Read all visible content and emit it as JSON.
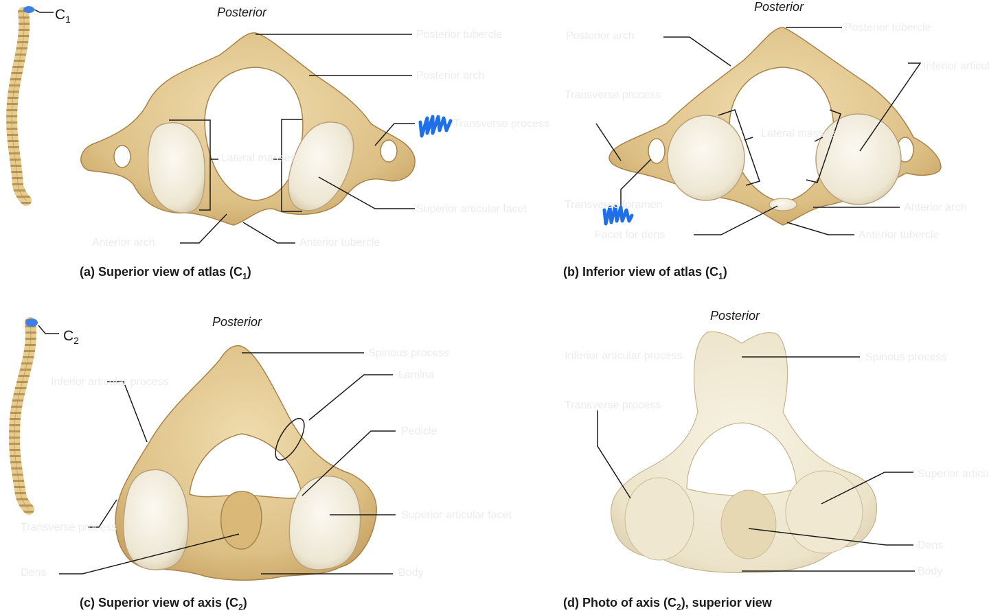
{
  "spine_labels": {
    "c1": "C",
    "c1_sub": "1",
    "c2": "C",
    "c2_sub": "2"
  },
  "orientation": {
    "a": "Posterior",
    "b": "Posterior",
    "c": "Posterior",
    "d": "Posterior"
  },
  "captions": {
    "a": {
      "prefix": "(a) Superior view of atlas (C",
      "sub": "1",
      "suffix": ")"
    },
    "b": {
      "prefix": "(b) Inferior view of atlas (C",
      "sub": "1",
      "suffix": ")"
    },
    "c": {
      "prefix": "(c) Superior view of axis (C",
      "sub": "2",
      "suffix": ")"
    },
    "d": {
      "prefix": "(d) Photo of axis (C",
      "sub": "2",
      "suffix": "), superior view"
    }
  },
  "faint_labels": {
    "a_posterior_tubercle": "Posterior tubercle",
    "a_posterior_arch": "Posterior arch",
    "a_transverse_process": "Transverse process",
    "a_lateral_masses": "Lateral masses",
    "a_superior_articular_facet": "Superior articular facet",
    "a_anterior_arch": "Anterior arch",
    "a_anterior_tubercle": "Anterior tubercle",
    "b_posterior_arch": "Posterior arch",
    "b_posterior_tubercle": "Posterior tubercle",
    "b_inferior_articular_facet": "Inferior articular facet",
    "b_transverse_process": "Transverse process",
    "b_lateral_masses": "Lateral masses",
    "b_transverse_foramen": "Transverse foramen",
    "b_anterior_arch": "Anterior arch",
    "b_facet_for_dens": "Facet for dens",
    "b_anterior_tubercle": "Anterior tubercle",
    "c_spinous_process": "Spinous process",
    "c_lamina": "Lamina",
    "c_pedicle": "Pedicle",
    "c_inferior_articular_process": "Inferior articular process",
    "c_transverse_process": "Transverse process",
    "c_superior_articular facet": "Superior articular facet",
    "c_dens": "Dens",
    "c_body": "Body",
    "d_spinous_process": "Spinous process",
    "d_inferior_articular_process": "Inferior articular process",
    "d_transverse_process": "Transverse process",
    "d_superior_articular_facet": "Superior articular facet",
    "d_dens": "Dens",
    "d_body": "Body"
  },
  "colors": {
    "bone": "#e2c890",
    "bone_shadow": "#c9a566",
    "bone_light": "#eedcb0",
    "cartilage": "#f5f1e6",
    "photo_bone": "#f2ecd8",
    "photo_shadow": "#ddd3b8",
    "leader": "#1a1a1a",
    "highlight": "#3d7fe8",
    "scribble": "#1e6fe8"
  }
}
